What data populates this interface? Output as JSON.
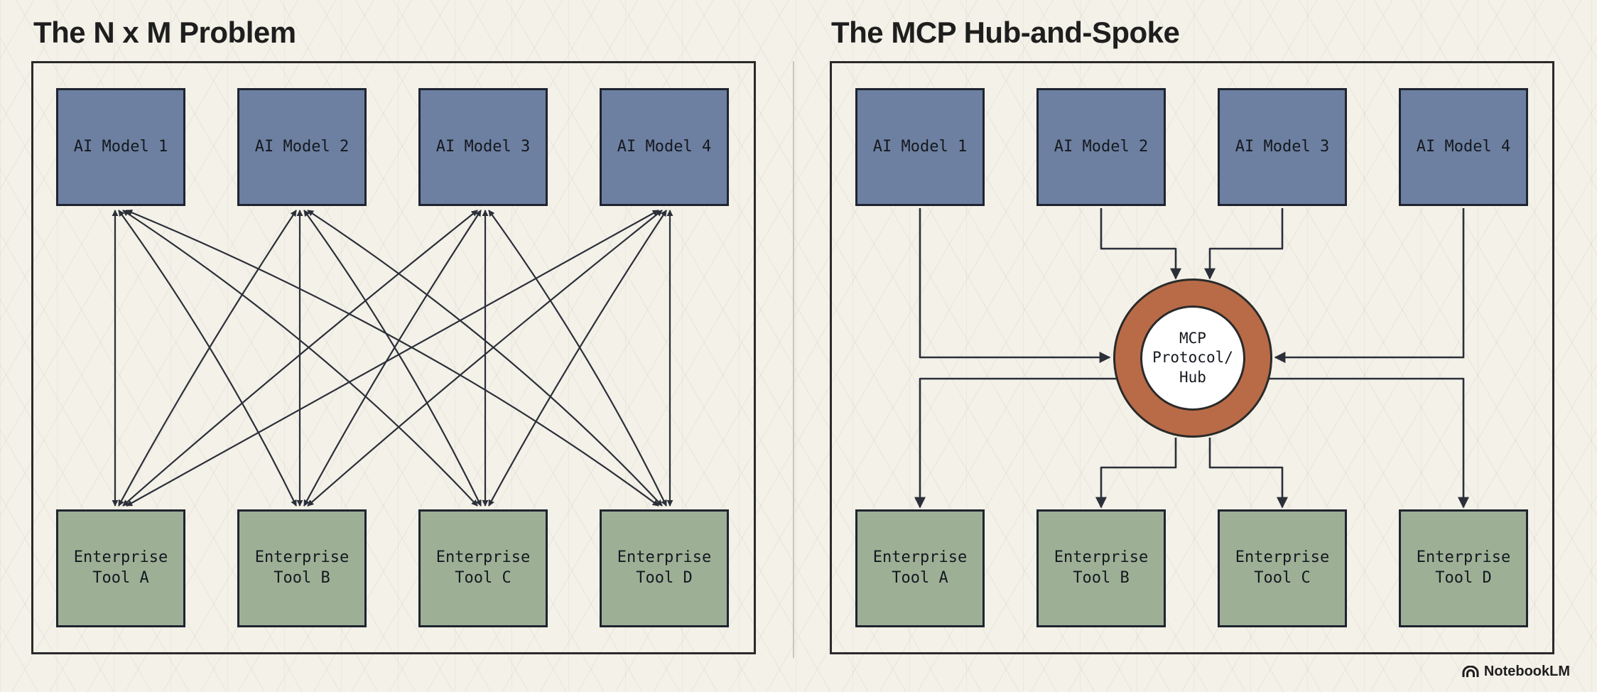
{
  "left_panel": {
    "title": "The N x M Problem",
    "models": [
      "AI Model 1",
      "AI Model 2",
      "AI Model 3",
      "AI Model 4"
    ],
    "tools": [
      "Enterprise\nTool A",
      "Enterprise\nTool B",
      "Enterprise\nTool C",
      "Enterprise\nTool D"
    ]
  },
  "right_panel": {
    "title": "The MCP Hub-and-Spoke",
    "models": [
      "AI Model 1",
      "AI Model 2",
      "AI Model 3",
      "AI Model 4"
    ],
    "hub_label": "MCP\nProtocol/\nHub",
    "tools": [
      "Enterprise\nTool A",
      "Enterprise\nTool B",
      "Enterprise\nTool C",
      "Enterprise\nTool D"
    ]
  },
  "brand": {
    "name": "NotebookLM",
    "icon": "notebooklm-logo-icon"
  },
  "colors": {
    "model_fill": "#6d80a1",
    "tool_fill": "#9db096",
    "hub_ring": "#b96b47",
    "line": "#2b2f38",
    "background": "#f3f1e8"
  }
}
